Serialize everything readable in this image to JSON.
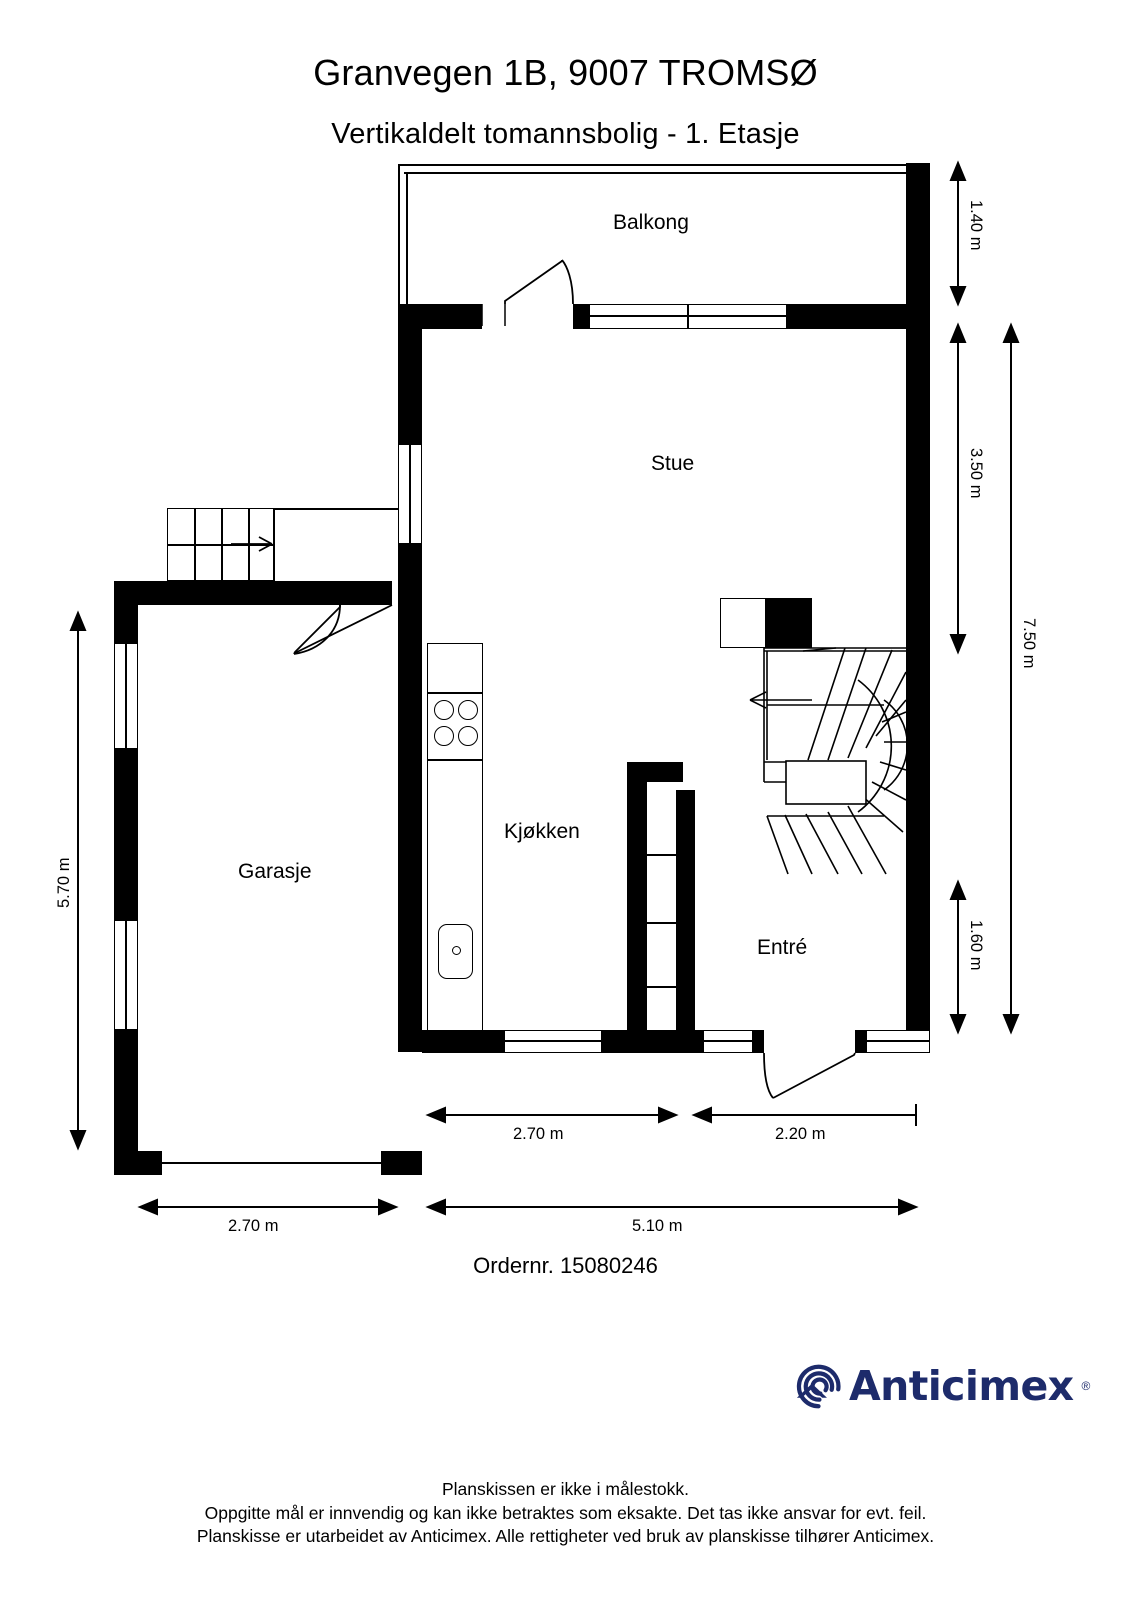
{
  "document": {
    "title": "Granvegen 1B, 9007 TROMSØ",
    "subtitle": "Vertikaldelt tomannsbolig - 1. Etasje",
    "order_number": "Ordernr. 15080246"
  },
  "rooms": [
    {
      "key": "balkong",
      "label": "Balkong"
    },
    {
      "key": "stue",
      "label": "Stue"
    },
    {
      "key": "garasje",
      "label": "Garasje"
    },
    {
      "key": "kjokken",
      "label": "Kjøkken"
    },
    {
      "key": "entre",
      "label": "Entré"
    }
  ],
  "dimensions": {
    "right_top": "1.40 m",
    "right_middle": "3.50 m",
    "right_bottom": "1.60 m",
    "right_outer": "7.50 m",
    "left_outer": "5.70 m",
    "bottom_inner_left": "2.70 m",
    "bottom_inner_right": "2.20 m",
    "bottom_outer_left": "2.70 m",
    "bottom_outer_right": "5.10 m"
  },
  "brand": {
    "name": "Anticimex",
    "registered_mark": "®",
    "color": "#1d2b6b",
    "icon": "anticimex-spiral-icon"
  },
  "footer": {
    "line1": "Planskissen er ikke i målestokk.",
    "line2": "Oppgitte mål er innvendig og kan ikke betraktes som eksakte. Det tas ikke ansvar for evt. feil.",
    "line3": "Planskisse er utarbeidet av Anticimex. Alle rettigheter ved bruk av planskisse tilhører Anticimex."
  },
  "colors": {
    "wall": "#000000",
    "background": "#ffffff",
    "text": "#000000"
  }
}
